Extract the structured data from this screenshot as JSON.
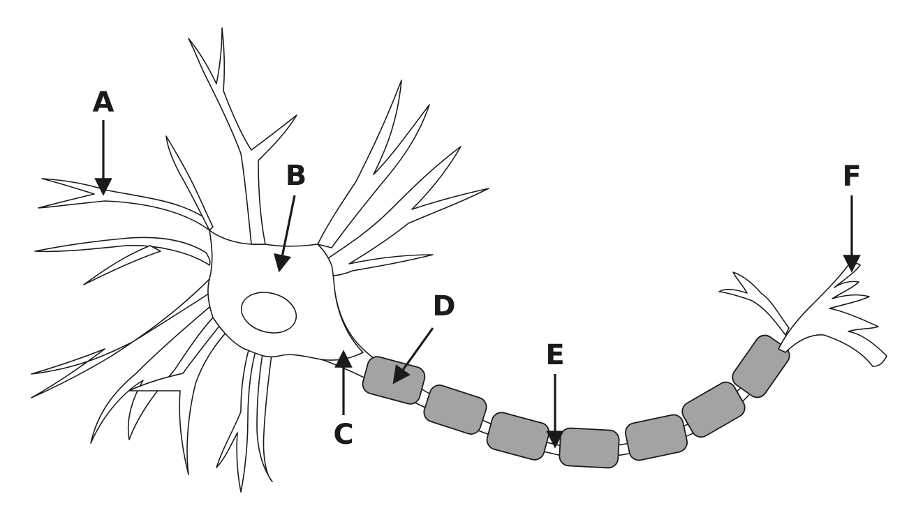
{
  "labels": {
    "A": "A",
    "B": "B",
    "C": "C",
    "D": "D",
    "E": "E",
    "F": "F"
  },
  "colors": {
    "outline": "#1a1a1a",
    "background": "#ffffff",
    "myelin_fill": "#a3a3a3"
  }
}
